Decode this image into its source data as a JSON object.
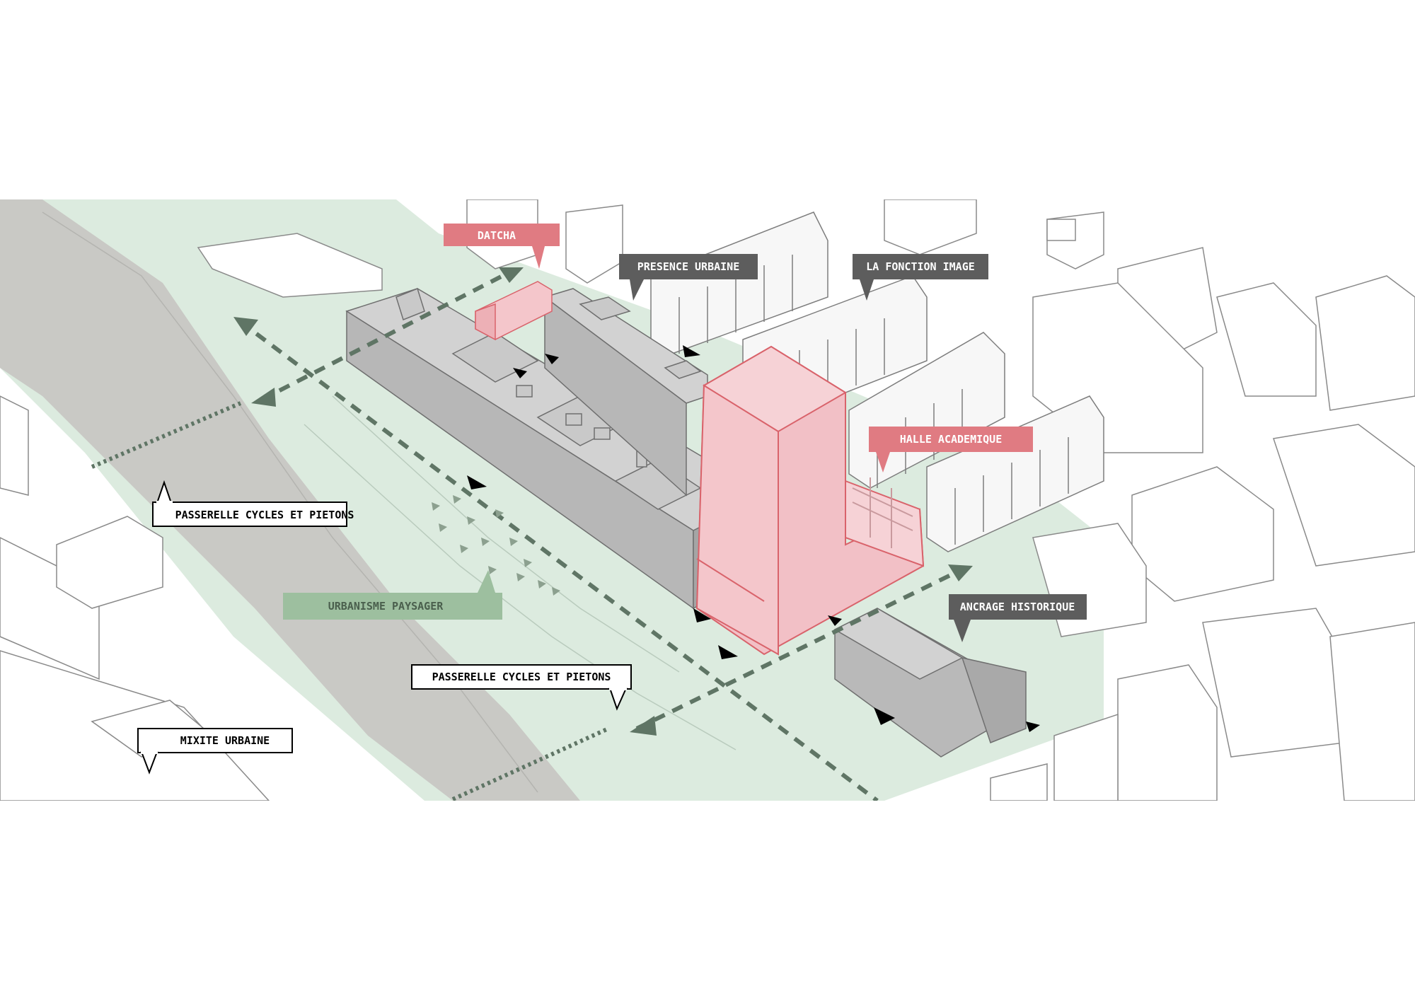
{
  "colors": {
    "river": "#c9c9c5",
    "park": "#dcebdf",
    "grey_building": "#c4c4c4",
    "pink_building": "#f4c6cb",
    "pink_stroke": "#d9636b",
    "pink_label": "#e07b82",
    "dark_label": "#5d5d5d",
    "green_label": "#9dbf9f",
    "path_green": "#5f7565"
  },
  "labels": {
    "datcha": "DATCHA",
    "presence_urbaine": "PRESENCE URBAINE",
    "fonction_image": "LA FONCTION IMAGE",
    "halle_academique": "HALLE ACADEMIQUE",
    "ancrage_historique": "ANCRAGE HISTORIQUE",
    "passerelle_1": "PASSERELLE CYCLES ET PIETONS",
    "passerelle_2": "PASSERELLE CYCLES ET PIETONS",
    "urbanisme_paysager": "URBANISME PAYSAGER",
    "mixite_urbaine": "MIXITE URBAINE"
  }
}
